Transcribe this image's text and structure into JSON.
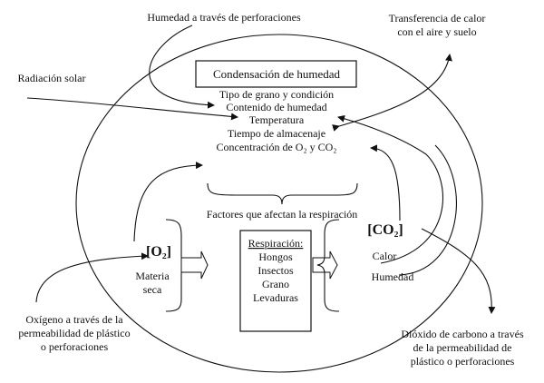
{
  "external": {
    "moisture_perforations": "Humedad a través de perforaciones",
    "heat_transfer": [
      "Transferencia de calor",
      "con el aire y suelo"
    ],
    "solar_radiation": "Radiación solar",
    "oxygen_in": [
      "Oxígeno a través de la",
      "permeabilidad de plástico",
      "o perforaciones"
    ],
    "co2_out": [
      "Dióxido de carbono a través",
      "de la permeabilidad de",
      "plástico o perforaciones"
    ]
  },
  "condensation_box": "Condensación de humedad",
  "factors": [
    "Tipo de grano y condición",
    "Contenido de humedad",
    "Temperatura",
    "Tiempo de almacenaje",
    "Concentración de O₂ y CO₂"
  ],
  "factors_caption": "Factores que afectan la respiración",
  "inputs": {
    "o2": "[O₂]",
    "dry_matter": [
      "Materia",
      "seca"
    ]
  },
  "respiration": {
    "title": "Respiración:",
    "items": [
      "Hongos",
      "Insectos",
      "Grano",
      "Levaduras"
    ]
  },
  "outputs": {
    "co2": "[CO₂]",
    "heat": "Calor",
    "moisture": "Humedad"
  }
}
